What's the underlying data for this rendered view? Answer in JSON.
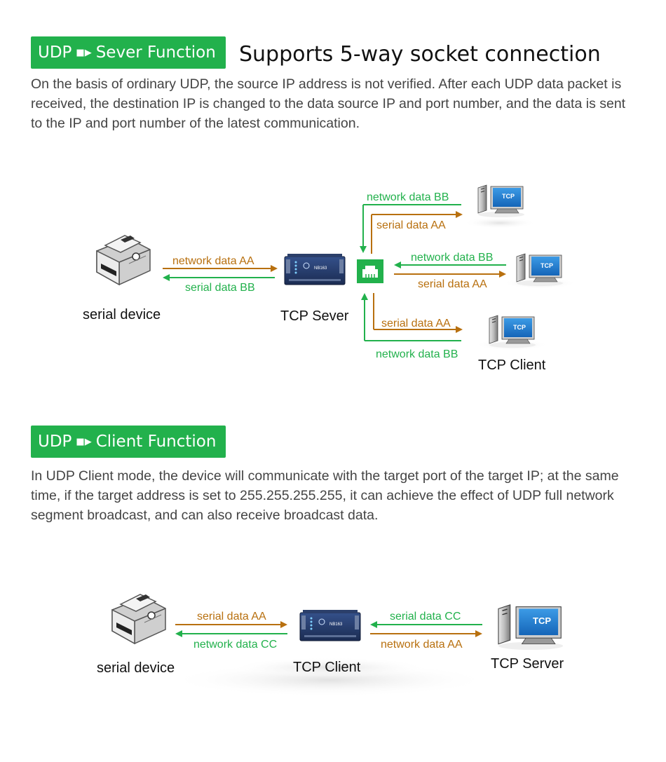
{
  "section1": {
    "badge_left": "UDP",
    "badge_right": "Sever Function",
    "headline": "Supports 5-way socket connection",
    "paragraph": "On the basis of ordinary UDP, the source IP address is not verified. After each UDP data packet is received, the destination IP is changed to the data source IP and port number, and the data is sent to the IP and port number of the latest communication.",
    "diagram": {
      "serial_device_label": "serial device",
      "server_label": "TCP Sever",
      "client_label": "TCP Client",
      "arrow_network_aa": "network data AA",
      "arrow_serial_bb": "serial data BB",
      "top_network_bb": "network data BB",
      "top_serial_aa": "serial data AA",
      "mid_network_bb": "network data BB",
      "mid_serial_aa": "serial data AA",
      "bottom_serial_aa": "serial data AA",
      "bottom_network_bb": "network data BB",
      "screen_text": "TCP",
      "device_model": "NB163"
    }
  },
  "section2": {
    "badge_left": "UDP",
    "badge_right": "Client Function",
    "paragraph": "In UDP Client mode, the device will communicate with the target port of the target IP; at the same time, if the target address is set to 255.255.255.255, it can achieve the effect of UDP full network segment broadcast, and can also receive broadcast data.",
    "diagram": {
      "serial_device_label": "serial device",
      "client_label": "TCP Client",
      "server_label": "TCP Server",
      "left_serial_aa": "serial data AA",
      "left_network_cc": "network data CC",
      "right_serial_cc": "serial data CC",
      "right_network_aa": "network data AA",
      "screen_text": "TCP",
      "device_model": "NB163"
    }
  },
  "colors": {
    "green": "#22b14c",
    "orange": "#b8700f",
    "monitor_blue": "#1a74c9"
  }
}
